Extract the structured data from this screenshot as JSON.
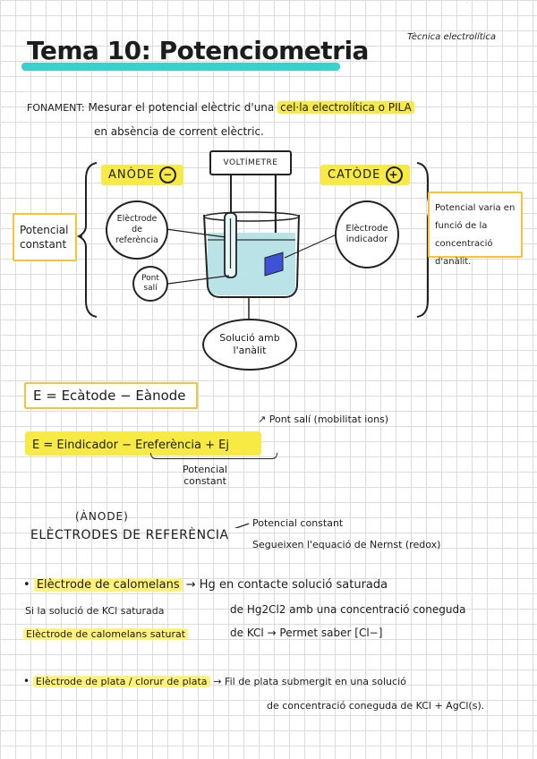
{
  "header": {
    "subject": "Tècnica electrolítica",
    "title": "Tema 10: Potenciometria"
  },
  "fonament": {
    "label": "FONAMENT:",
    "text1": "Mesurar el potencial elèctric d'una",
    "highlight": "cel·la electrolítica o PILA",
    "text2": "en absència de corrent elèctric."
  },
  "diagram": {
    "voltimetre": "VOLTÍMETRE",
    "anode": "ANÒDE",
    "anode_sign": "−",
    "catode": "CATÒDE",
    "catode_sign": "+",
    "potencial_constant": "Potencial constant",
    "potencial_varia": "Potencial varia en funció de la concentració d'anàlit.",
    "electrode_referencia": "Elèctrode de referència",
    "electrode_indicador": "Elèctrode indicador",
    "pont_sali": "Pont salí",
    "solucio": "Solució amb l'anàlit"
  },
  "equations": {
    "eq1": "E = Ecàtode − Eànode",
    "eq2": "E = Eindicador − Ereferència + Ej",
    "pont_note": "Pont salí (mobilitat ions)",
    "potencial_constant": "Potencial constant"
  },
  "referencia": {
    "anode_label": "(ÀNODE)",
    "title": "ELÈCTRODES DE REFERÈNCIA",
    "bullet1": "Potencial constant",
    "bullet2": "Segueixen l'equació de Nernst (redox)"
  },
  "calomelans": {
    "title": "Elèctrode de calomelans",
    "line1": "Hg en contacte solució saturada",
    "left2": "Si la solució de KCl saturada",
    "line2": "de Hg2Cl2 amb una concentració coneguda",
    "left3": "Elèctrode de calomelans saturat",
    "line3": "de KCl → Permet saber [Cl−]"
  },
  "plata": {
    "title": "Elèctrode de plata / clorur de plata",
    "line1": "→ Fil de plata submergit en una solució",
    "line2": "de concentració coneguda de KCl + AgCl(s)."
  }
}
